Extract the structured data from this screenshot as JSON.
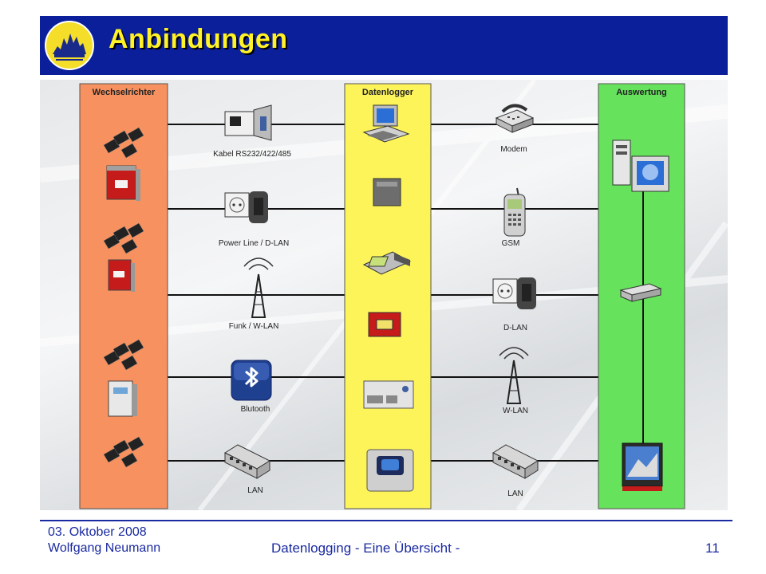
{
  "header": {
    "title": "Anbindungen"
  },
  "columns": {
    "left": "Wechselrichter",
    "middle": "Datenlogger",
    "right": "Auswertung"
  },
  "left_links": {
    "cable": "Kabel RS232/422/485",
    "powerline": "Power Line / D-LAN",
    "funk": "Funk / W-LAN",
    "bluetooth": "Blutooth",
    "lan": "LAN"
  },
  "right_links": {
    "modem": "Modem",
    "gsm": "GSM",
    "dlan": "D-LAN",
    "wlan": "W-LAN",
    "lan": "LAN"
  },
  "footer": {
    "date": "03. Oktober 2008",
    "author": "Wolfgang Neumann",
    "center": "Datenlogging - Eine Übersicht -",
    "page": "11"
  },
  "colors": {
    "header_bg": "#0b1f9a",
    "title": "#fff226",
    "left_column": "#f7915f",
    "middle_column": "#fdf45a",
    "right_column": "#66e25c"
  }
}
